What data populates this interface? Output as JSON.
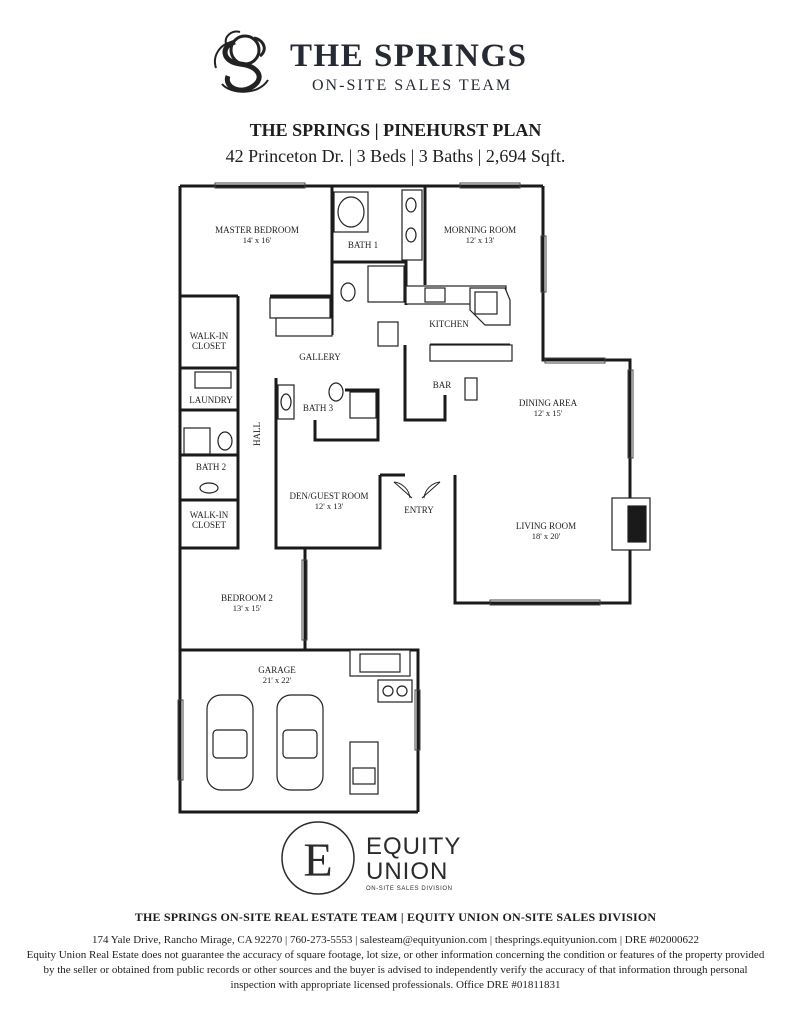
{
  "header": {
    "brand_name": "THE SPRINGS",
    "brand_subtitle": "ON-SITE SALES TEAM",
    "logo_icon": "monogram-s-icon"
  },
  "plan": {
    "title": "THE SPRINGS | PINEHURST PLAN",
    "subtitle": "42 Princeton Dr. | 3 Beds | 3 Baths | 2,694 Sqft."
  },
  "rooms": {
    "master_bedroom": {
      "name": "MASTER BEDROOM",
      "dims": "14' x 16'"
    },
    "bath1": {
      "name": "BATH 1"
    },
    "morning_room": {
      "name": "MORNING ROOM",
      "dims": "12' x 13'"
    },
    "kitchen": {
      "name": "KITCHEN"
    },
    "walkin_closet_1": {
      "name_line1": "WALK-IN",
      "name_line2": "CLOSET"
    },
    "gallery": {
      "name": "GALLERY"
    },
    "bar": {
      "name": "BAR"
    },
    "laundry": {
      "name": "LAUNDRY"
    },
    "bath3": {
      "name": "BATH 3"
    },
    "dining_area": {
      "name": "DINING AREA",
      "dims": "12' x 15'"
    },
    "hall": {
      "name": "HALL"
    },
    "bath2": {
      "name": "BATH 2"
    },
    "den": {
      "name": "DEN/GUEST ROOM",
      "dims": "12' x 13'"
    },
    "entry": {
      "name": "ENTRY"
    },
    "walkin_closet_2": {
      "name_line1": "WALK-IN",
      "name_line2": "CLOSET"
    },
    "living_room": {
      "name": "LIVING ROOM",
      "dims": "18' x 20'"
    },
    "bedroom2": {
      "name": "BEDROOM 2",
      "dims": "13' x 15'"
    },
    "garage": {
      "name": "GARAGE",
      "dims": "21' x 22'"
    }
  },
  "equity": {
    "logo_letter": "E",
    "name_line1": "EQUITY",
    "name_line2": "UNION",
    "division": "ON-SITE SALES DIVISION"
  },
  "footer": {
    "team": "THE SPRINGS ON-SITE REAL ESTATE TEAM | EQUITY UNION ON-SITE SALES DIVISION",
    "contact": "174 Yale Drive, Rancho Mirage, CA 92270 | 760-273-5553 | salesteam@equityunion.com | thesprings.equityunion.com | DRE #02000622",
    "disclaimer": "Equity Union Real Estate does not guarantee the accuracy of square footage, lot size, or other information concerning the condition or features of the property provided by the seller or obtained from public records or other sources and the buyer is advised to independently verify the accuracy of that information through personal inspection with appropriate licensed professionals. Office DRE #01811831"
  },
  "colors": {
    "ink": "#1e1e1e",
    "brand": "#262a33",
    "background": "#ffffff"
  }
}
